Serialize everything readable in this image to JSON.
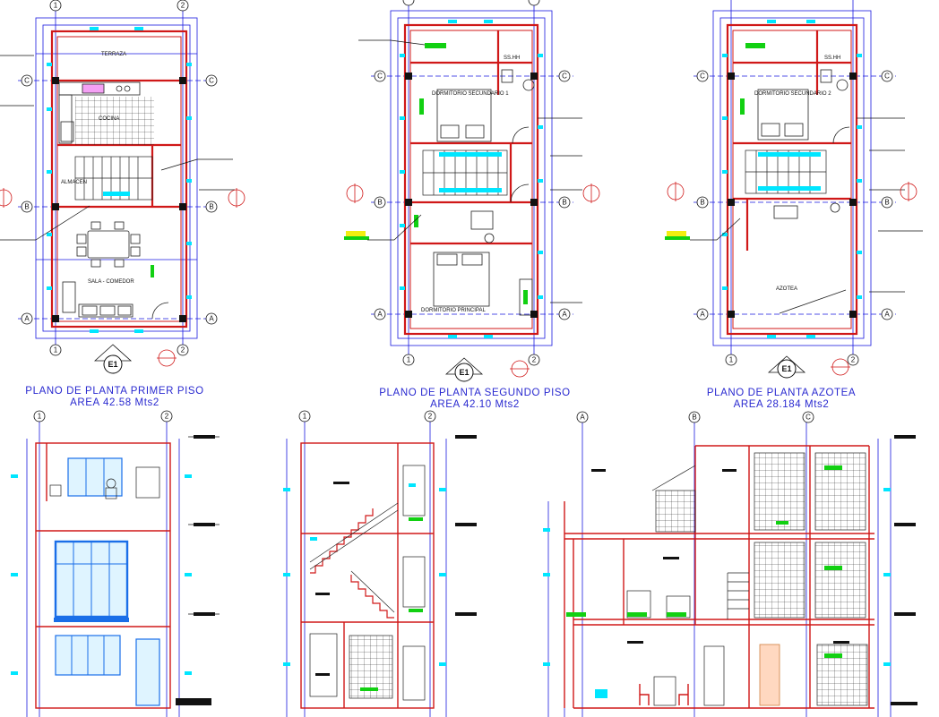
{
  "captions": {
    "plan1_title": "PLANO DE PLANTA PRIMER PISO",
    "plan1_area": "AREA 42.58 Mts2",
    "plan2_title": "PLANO DE PLANTA SEGUNDO PISO",
    "plan2_area": "AREA 42.10 Mts2",
    "plan3_title": "PLANO DE PLANTA AZOTEA",
    "plan3_area": "AREA 28.184 Mts2"
  },
  "rooms": {
    "terraza": "TERRAZA",
    "cocina": "COCINA",
    "almacen": "ALMACEN",
    "sala_comedor": "SALA - COMEDOR",
    "dormitorio_secundario_1": "DORMITORIO SECUNDARIO 1",
    "dormitorio_principal": "DORMITORIO PRINCIPAL",
    "sshh_2": "SS.HH",
    "dormitorio_secundario_2": "DORMITORIO SECUNDARIO 2",
    "sshh_3": "SS.HH",
    "azotea": "AZOTEA"
  },
  "axes": {
    "a": "A",
    "b": "B",
    "c": "C",
    "n1": "1",
    "n2": "2"
  },
  "section_marker": "E1",
  "colors": {
    "wall_red": "#d01818",
    "dim_blue": "#1a1ae0",
    "cyan_tag": "#00e6ff",
    "green_tag": "#12d012",
    "yellow_tag": "#f2ee10",
    "caption_blue": "#2a2ad0",
    "window_blue": "#1a6ee8"
  }
}
